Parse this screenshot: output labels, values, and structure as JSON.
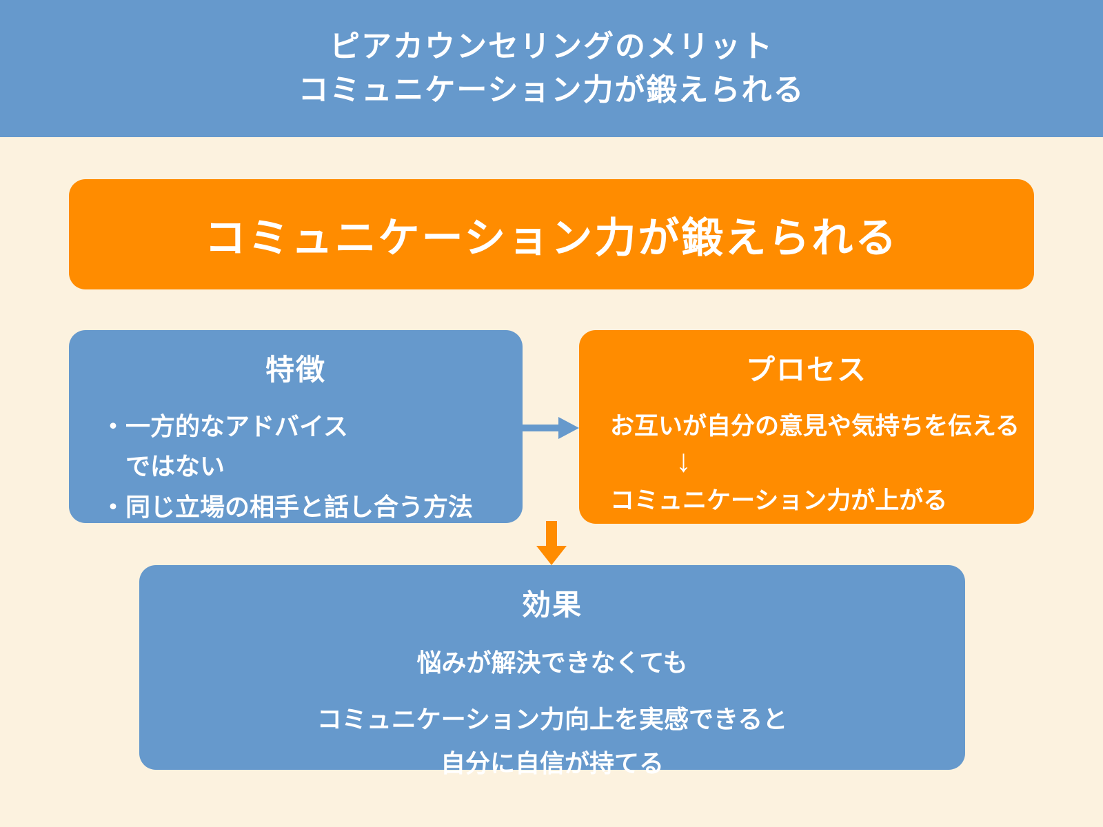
{
  "colors": {
    "blue": "#6699CC",
    "orange": "#FF8C00",
    "background": "#FCF2DF",
    "text": "#FFFFFF"
  },
  "header": {
    "line1": "ピアカウンセリングのメリット",
    "line2": "コミュニケーション力が鍛えられる"
  },
  "banner": {
    "title": "コミュニケーション力が鍛えられる"
  },
  "feature_box": {
    "title": "特徴",
    "bullet1": "・一方的なアドバイス",
    "bullet1_cont": "ではない",
    "bullet2": "・同じ立場の相手と話し合う方法"
  },
  "process_box": {
    "title": "プロセス",
    "step1": "お互いが自分の意見や気持ちを伝える",
    "arrow_glyph": "↓",
    "step2": "コミュニケーション力が上がる"
  },
  "effect_box": {
    "title": "効果",
    "line1": "悩みが解決できなくても",
    "line2": "コミュニケーション力向上を実感できると",
    "line3": "自分に自信が持てる"
  }
}
